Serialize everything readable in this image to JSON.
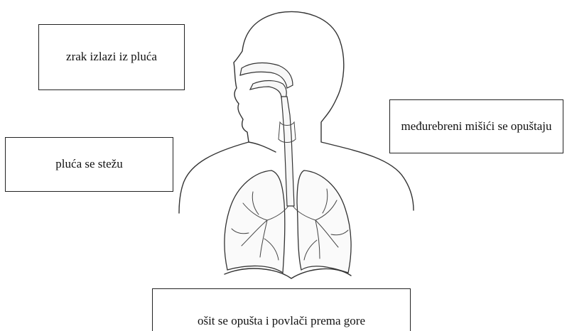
{
  "labels": {
    "top_left": "zrak izlazi iz pluća",
    "top_right": "međurebreni mišići se opuštaju",
    "middle_left": "pluća se stežu",
    "bottom_center": "ošit se opušta i povlači prema gore"
  }
}
